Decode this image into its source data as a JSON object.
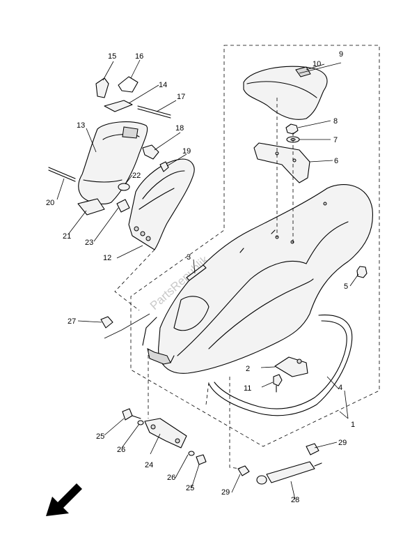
{
  "watermark": "PartsRepublik",
  "callouts": [
    {
      "id": "c1",
      "label": "1"
    },
    {
      "id": "c2",
      "label": "2"
    },
    {
      "id": "c3",
      "label": "3"
    },
    {
      "id": "c4",
      "label": "4"
    },
    {
      "id": "c5",
      "label": "5"
    },
    {
      "id": "c6",
      "label": "6"
    },
    {
      "id": "c7",
      "label": "7"
    },
    {
      "id": "c8",
      "label": "8"
    },
    {
      "id": "c9",
      "label": "9"
    },
    {
      "id": "c10",
      "label": "10"
    },
    {
      "id": "c11",
      "label": "11"
    },
    {
      "id": "c12",
      "label": "12"
    },
    {
      "id": "c13",
      "label": "13"
    },
    {
      "id": "c14",
      "label": "14"
    },
    {
      "id": "c15",
      "label": "15"
    },
    {
      "id": "c16",
      "label": "16"
    },
    {
      "id": "c17",
      "label": "17"
    },
    {
      "id": "c18",
      "label": "18"
    },
    {
      "id": "c19",
      "label": "19"
    },
    {
      "id": "c20",
      "label": "20"
    },
    {
      "id": "c21",
      "label": "21"
    },
    {
      "id": "c22",
      "label": "22"
    },
    {
      "id": "c23",
      "label": "23"
    },
    {
      "id": "c24",
      "label": "24"
    },
    {
      "id": "c25a",
      "label": "25"
    },
    {
      "id": "c25b",
      "label": "25"
    },
    {
      "id": "c26a",
      "label": "26"
    },
    {
      "id": "c26b",
      "label": "26"
    },
    {
      "id": "c27",
      "label": "27"
    },
    {
      "id": "c28",
      "label": "28"
    },
    {
      "id": "c29a",
      "label": "29"
    },
    {
      "id": "c29b",
      "label": "29"
    }
  ]
}
